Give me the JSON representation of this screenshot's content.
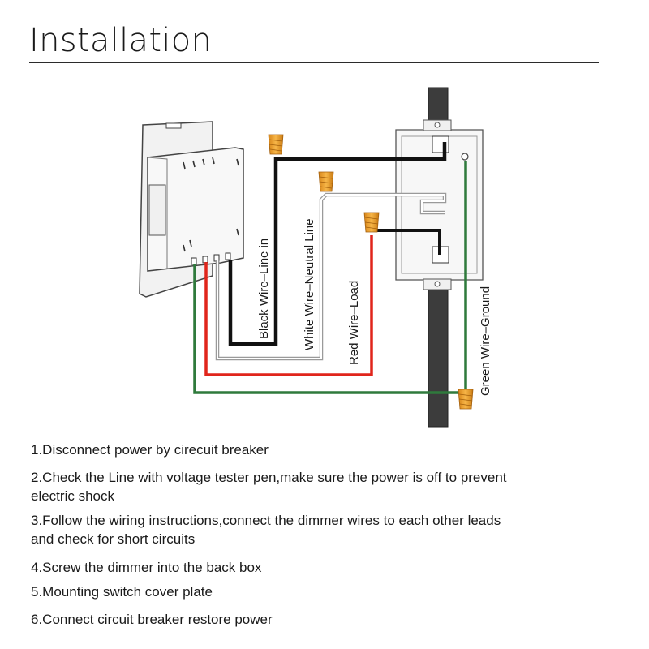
{
  "title": "Installation",
  "wire_labels": {
    "black": "Black Wire–Line in",
    "white": "White Wire–Neutral Line",
    "red": "Red Wire–Load",
    "green": "Green Wire–Ground"
  },
  "wire_colors": {
    "black": "#111111",
    "white": "#d9d9d9",
    "red": "#e0251b",
    "green": "#2f7a3c",
    "connector": "#f4a52a"
  },
  "steps": [
    "1.Disconnect power by cirecuit breaker",
    "2.Check the Line with voltage tester pen,make sure the power is off to prevent\n  electric shock",
    "3.Follow the wiring instructions,connect the dimmer wires to each other leads\n  and check for short circuits",
    "4.Screw the dimmer into the back box",
    "5.Mounting switch cover plate",
    "6.Connect circuit breaker restore power"
  ]
}
